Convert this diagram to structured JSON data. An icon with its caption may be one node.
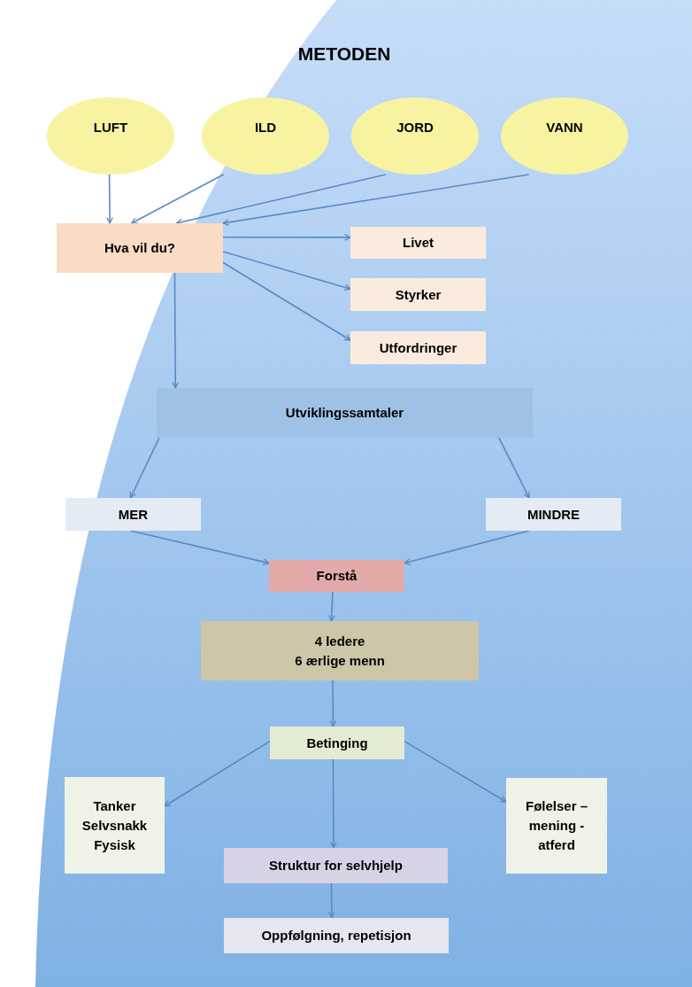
{
  "diagram": {
    "title": "METODEN",
    "nodes": [
      {
        "text": [
          "LUFT"
        ]
      },
      {
        "text": [
          "ILD"
        ]
      },
      {
        "text": [
          "JORD"
        ]
      },
      {
        "text": [
          "VANN"
        ]
      },
      {
        "text": [
          "Hva vil du?"
        ]
      },
      {
        "text": [
          "Livet"
        ]
      },
      {
        "text": [
          "Styrker"
        ]
      },
      {
        "text": [
          "Utfordringer"
        ]
      },
      {
        "text": [
          "Utviklingssamtaler"
        ]
      },
      {
        "text": [
          "MER"
        ]
      },
      {
        "text": [
          "MINDRE"
        ]
      },
      {
        "text": [
          "Forstå"
        ]
      },
      {
        "text": [
          "4 ledere",
          "6 ærlige menn"
        ]
      },
      {
        "text": [
          "Betinging"
        ]
      },
      {
        "text": [
          "Tanker",
          "Selvsnakk",
          "Fysisk"
        ]
      },
      {
        "text": [
          "Struktur for selvhjelp"
        ]
      },
      {
        "text": [
          "Følelser – mening - atferd"
        ]
      },
      {
        "text": [
          "Oppfølgning, repetisjon"
        ]
      }
    ],
    "edges": [
      {
        "from": 0,
        "to": 4,
        "arrow": "to"
      },
      {
        "from": 1,
        "to": 4,
        "arrow": "to"
      },
      {
        "from": 2,
        "to": 4,
        "arrow": "to"
      },
      {
        "from": 3,
        "to": 4,
        "arrow": "to"
      },
      {
        "from": 4,
        "to": 5,
        "arrow": "to"
      },
      {
        "from": 4,
        "to": 6,
        "arrow": "to"
      },
      {
        "from": 4,
        "to": 7,
        "arrow": "to"
      },
      {
        "from": 4,
        "to": 8,
        "arrow": "to"
      },
      {
        "from": 8,
        "to": 9,
        "arrow": "to"
      },
      {
        "from": 8,
        "to": 10,
        "arrow": "to"
      },
      {
        "from": 9,
        "to": 11,
        "arrow": "to"
      },
      {
        "from": 10,
        "to": 11,
        "arrow": "to"
      },
      {
        "from": 11,
        "to": 12,
        "arrow": "to"
      },
      {
        "from": 12,
        "to": 13,
        "arrow": "to"
      },
      {
        "from": 13,
        "to": 14,
        "arrow": "to"
      },
      {
        "from": 13,
        "to": 15,
        "arrow": "to"
      },
      {
        "from": 13,
        "to": 16,
        "arrow": "to"
      },
      {
        "from": 15,
        "to": 17,
        "arrow": "to"
      }
    ]
  }
}
